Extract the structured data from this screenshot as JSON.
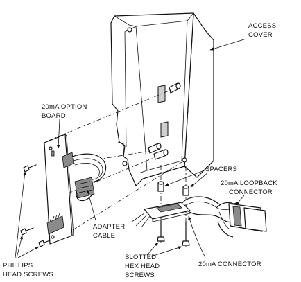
{
  "labels": {
    "access_cover_1": "ACCESS",
    "access_cover_2": "COVER",
    "option_board_1": "20mA OPTION",
    "option_board_2": "BOARD",
    "spacers": "SPACERS",
    "loopback_1": "20mA LOOPBACK",
    "loopback_2": "CONNECTOR",
    "adapter_cable_1": "ADAPTER",
    "adapter_cable_2": "CABLE",
    "slotted_1": "SLOTTED",
    "slotted_2": "HEX HEAD",
    "slotted_3": "SCREWS",
    "connector": "20mA CONNECTOR",
    "phillips_1": "PHILLIPS",
    "phillips_2": "HEAD SCREWS"
  },
  "colors": {
    "ink": "#111111",
    "paper": "#ffffff"
  }
}
